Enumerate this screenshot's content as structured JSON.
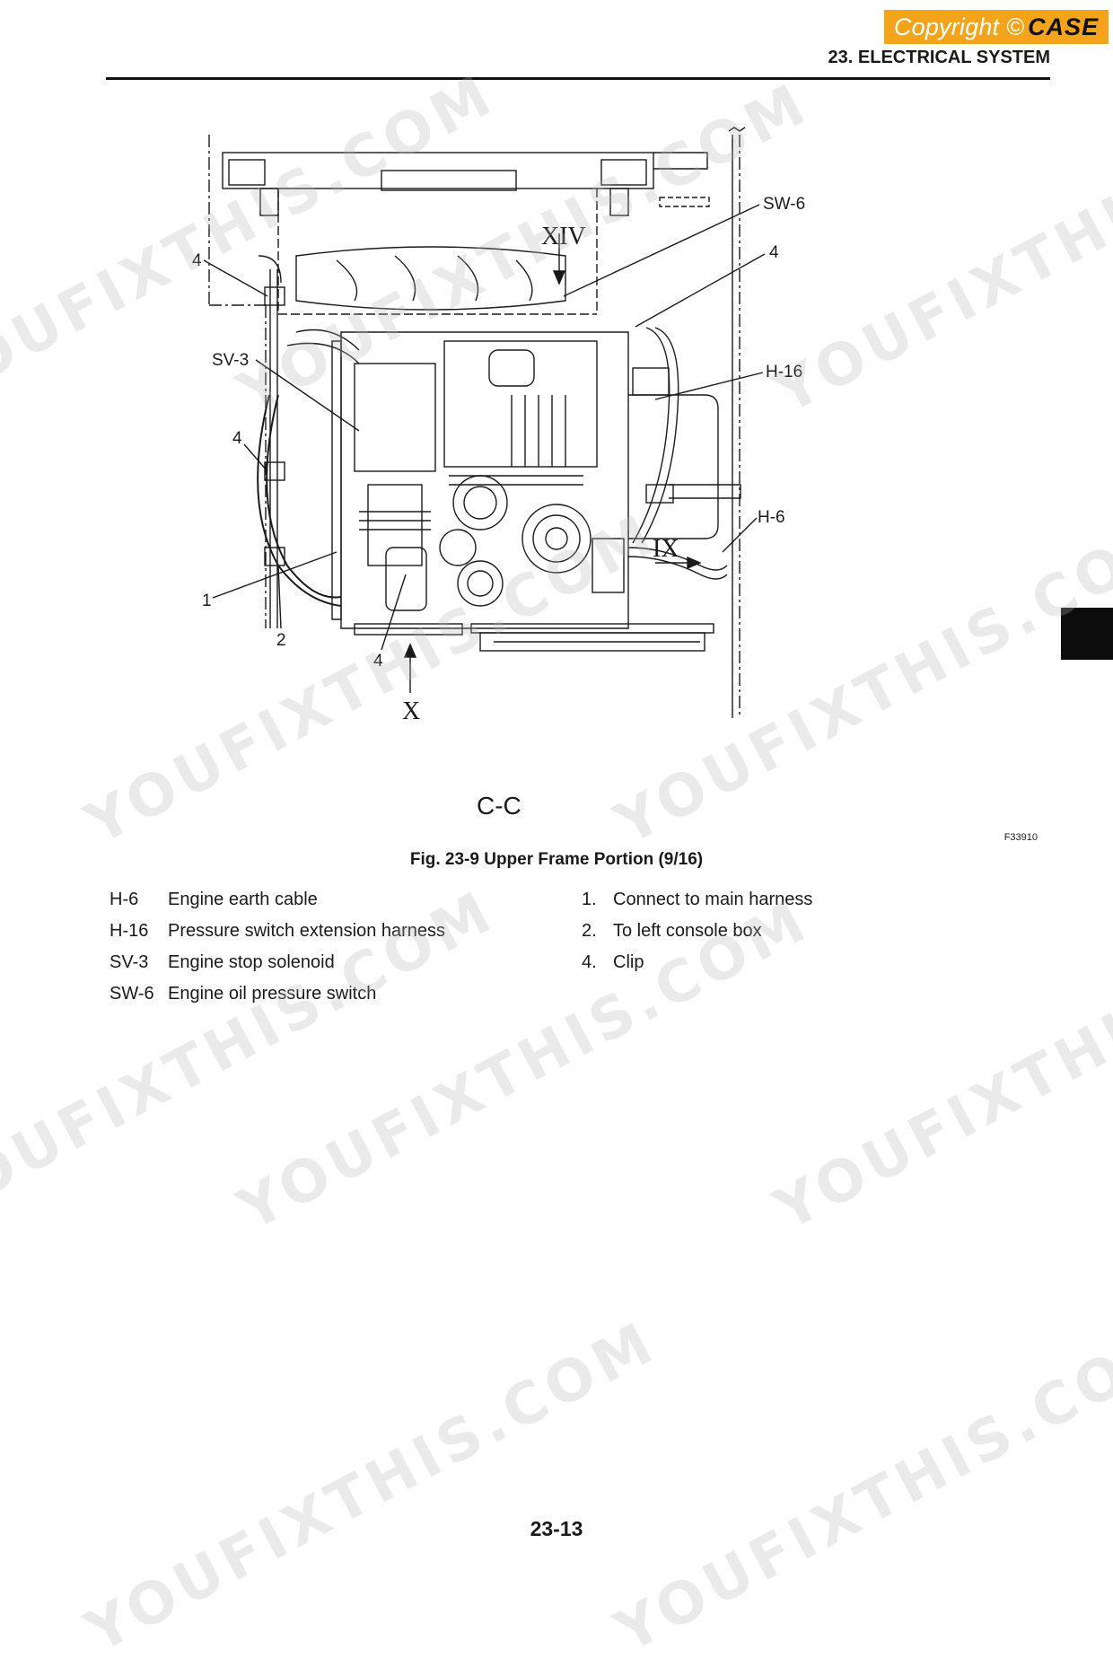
{
  "header": {
    "copyright_text": "Copyright ©",
    "copyright_brand": "CASE",
    "section_title": "23. ELECTRICAL SYSTEM"
  },
  "figure": {
    "callouts": {
      "sw6": "SW-6",
      "four_top_right": "4",
      "four_top_left": "4",
      "sv3": "SV-3",
      "h16": "H-16",
      "four_mid_left": "4",
      "h6": "H-6",
      "one": "1",
      "two": "2",
      "four_bottom": "4"
    },
    "view_markers": {
      "xiv": "XIV",
      "ix": "IX",
      "x": "X"
    },
    "section_label": "C-C",
    "figure_code": "F33910",
    "caption": "Fig. 23-9 Upper Frame Portion (9/16)"
  },
  "legend_left": [
    {
      "key": "H-6",
      "text": "Engine earth cable"
    },
    {
      "key": "H-16",
      "text": "Pressure switch extension harness"
    },
    {
      "key": "SV-3",
      "text": "Engine stop solenoid"
    },
    {
      "key": "SW-6",
      "text": "Engine oil pressure switch"
    }
  ],
  "legend_right": [
    {
      "key": "1.",
      "text": "Connect to main harness"
    },
    {
      "key": "2.",
      "text": "To left console box"
    },
    {
      "key": "4.",
      "text": "Clip"
    }
  ],
  "page_number": "23-13",
  "watermark_text": [
    "YOUFIXTHIS.COM",
    "YOUFIXTHIS"
  ]
}
